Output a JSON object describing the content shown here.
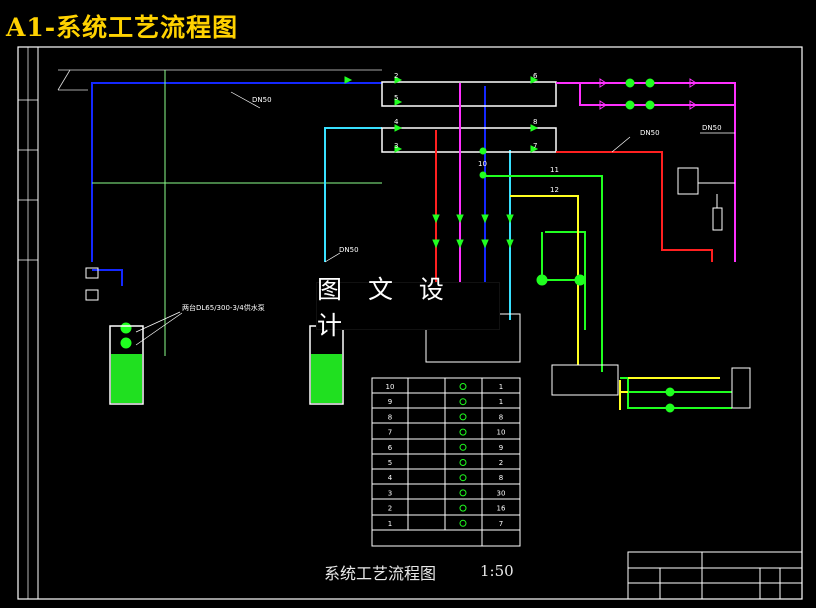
{
  "title": "A1-系统工艺流程图",
  "watermark": "图 文 设 计",
  "drawing_title": "系统工艺流程图",
  "scale": "1:50",
  "labels": {
    "dn50_a": "DN50",
    "dn50_b": "DN50",
    "dn50_c": "DN50",
    "dn50_d": "DN50",
    "pump_model": "两台DL65/300-3/4供水泵",
    "n2": "2",
    "n3": "3",
    "n4": "4",
    "n5": "5",
    "n6": "6",
    "n7": "7",
    "n8": "8",
    "n10": "10",
    "n11": "11",
    "n12": "12"
  },
  "legend_table": {
    "rows": [
      {
        "no": "10",
        "qty": "1"
      },
      {
        "no": "9",
        "qty": "1"
      },
      {
        "no": "8",
        "qty": "8"
      },
      {
        "no": "7",
        "qty": "10"
      },
      {
        "no": "6",
        "qty": "9"
      },
      {
        "no": "5",
        "qty": "2"
      },
      {
        "no": "4",
        "qty": "8"
      },
      {
        "no": "3",
        "qty": "30"
      },
      {
        "no": "2",
        "qty": "16"
      },
      {
        "no": "1",
        "qty": "7"
      }
    ]
  },
  "colors": {
    "blue": "#1428ff",
    "cyan": "#38e0ff",
    "magenta": "#ff30ff",
    "red": "#ff2020",
    "green": "#20ff20",
    "yellow": "#ffff20",
    "white": "#ffffff",
    "title": "#ffd200"
  }
}
